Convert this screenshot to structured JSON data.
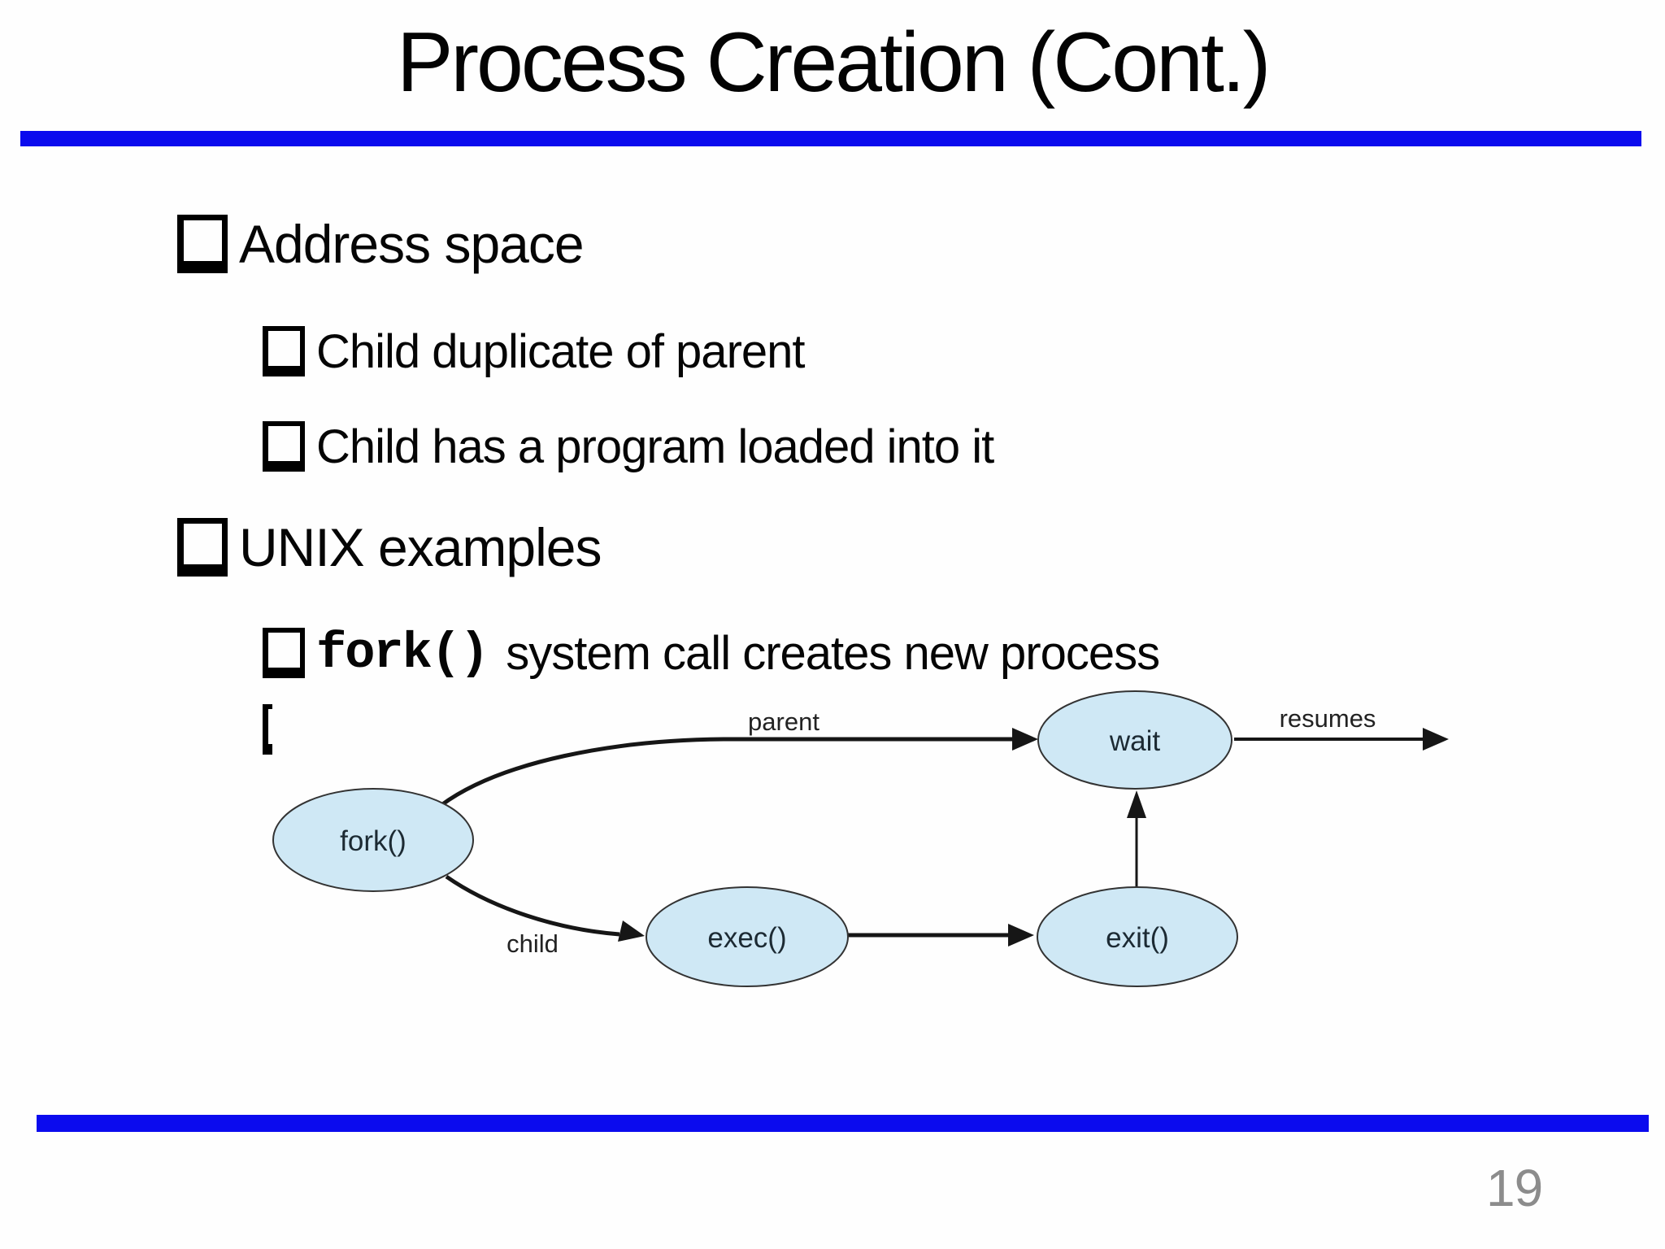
{
  "slide": {
    "title": "Process Creation (Cont.)",
    "page_number": "19",
    "accent_color": "#0b0bee",
    "bullets": [
      {
        "level": 1,
        "text": "Address space"
      },
      {
        "level": 2,
        "text": "Child duplicate of parent"
      },
      {
        "level": 2,
        "text": "Child has a program loaded into it"
      },
      {
        "level": 1,
        "text": "UNIX examples"
      },
      {
        "level": 2,
        "code": "fork()",
        "text": "system call creates new process"
      },
      {
        "level": 2,
        "text": ""
      }
    ]
  },
  "diagram": {
    "node_fill": "#cfe8f5",
    "node_stroke": "#333333",
    "nodes": [
      {
        "id": "fork",
        "label": "fork()"
      },
      {
        "id": "wait",
        "label": "wait"
      },
      {
        "id": "exec",
        "label": "exec()"
      },
      {
        "id": "exit",
        "label": "exit()"
      }
    ],
    "edges": [
      {
        "from": "fork",
        "to": "wait",
        "label": "parent"
      },
      {
        "from": "fork",
        "to": "exec",
        "label": "child"
      },
      {
        "from": "exec",
        "to": "exit",
        "label": ""
      },
      {
        "from": "exit",
        "to": "wait",
        "label": ""
      },
      {
        "from": "wait",
        "to": "",
        "label": "resumes"
      }
    ]
  }
}
